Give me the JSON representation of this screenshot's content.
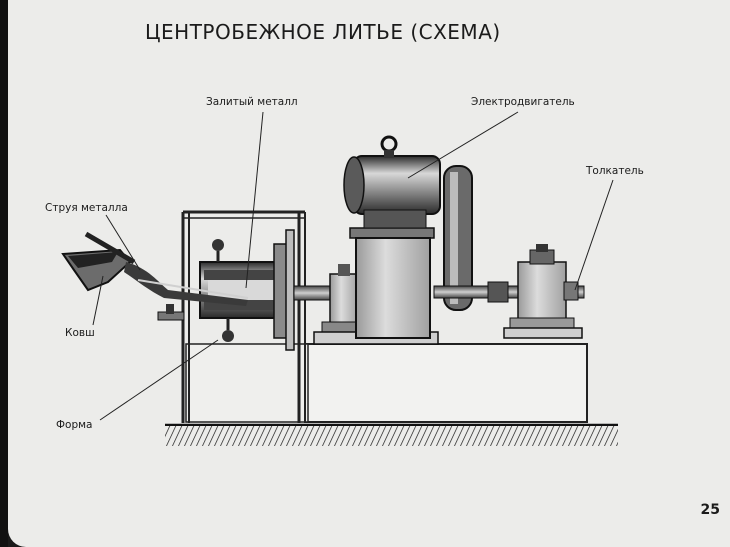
{
  "title": "ЦЕНТРОБЕЖНОЕ ЛИТЬЕ (СХЕМА)",
  "labels": {
    "poured_metal": "Залитый металл",
    "electric_motor": "Электродвигатель",
    "pusher": "Толкатель",
    "metal_stream": "Струя металла",
    "ladle": "Ковш",
    "mold": "Форма"
  },
  "page_number": "25"
}
